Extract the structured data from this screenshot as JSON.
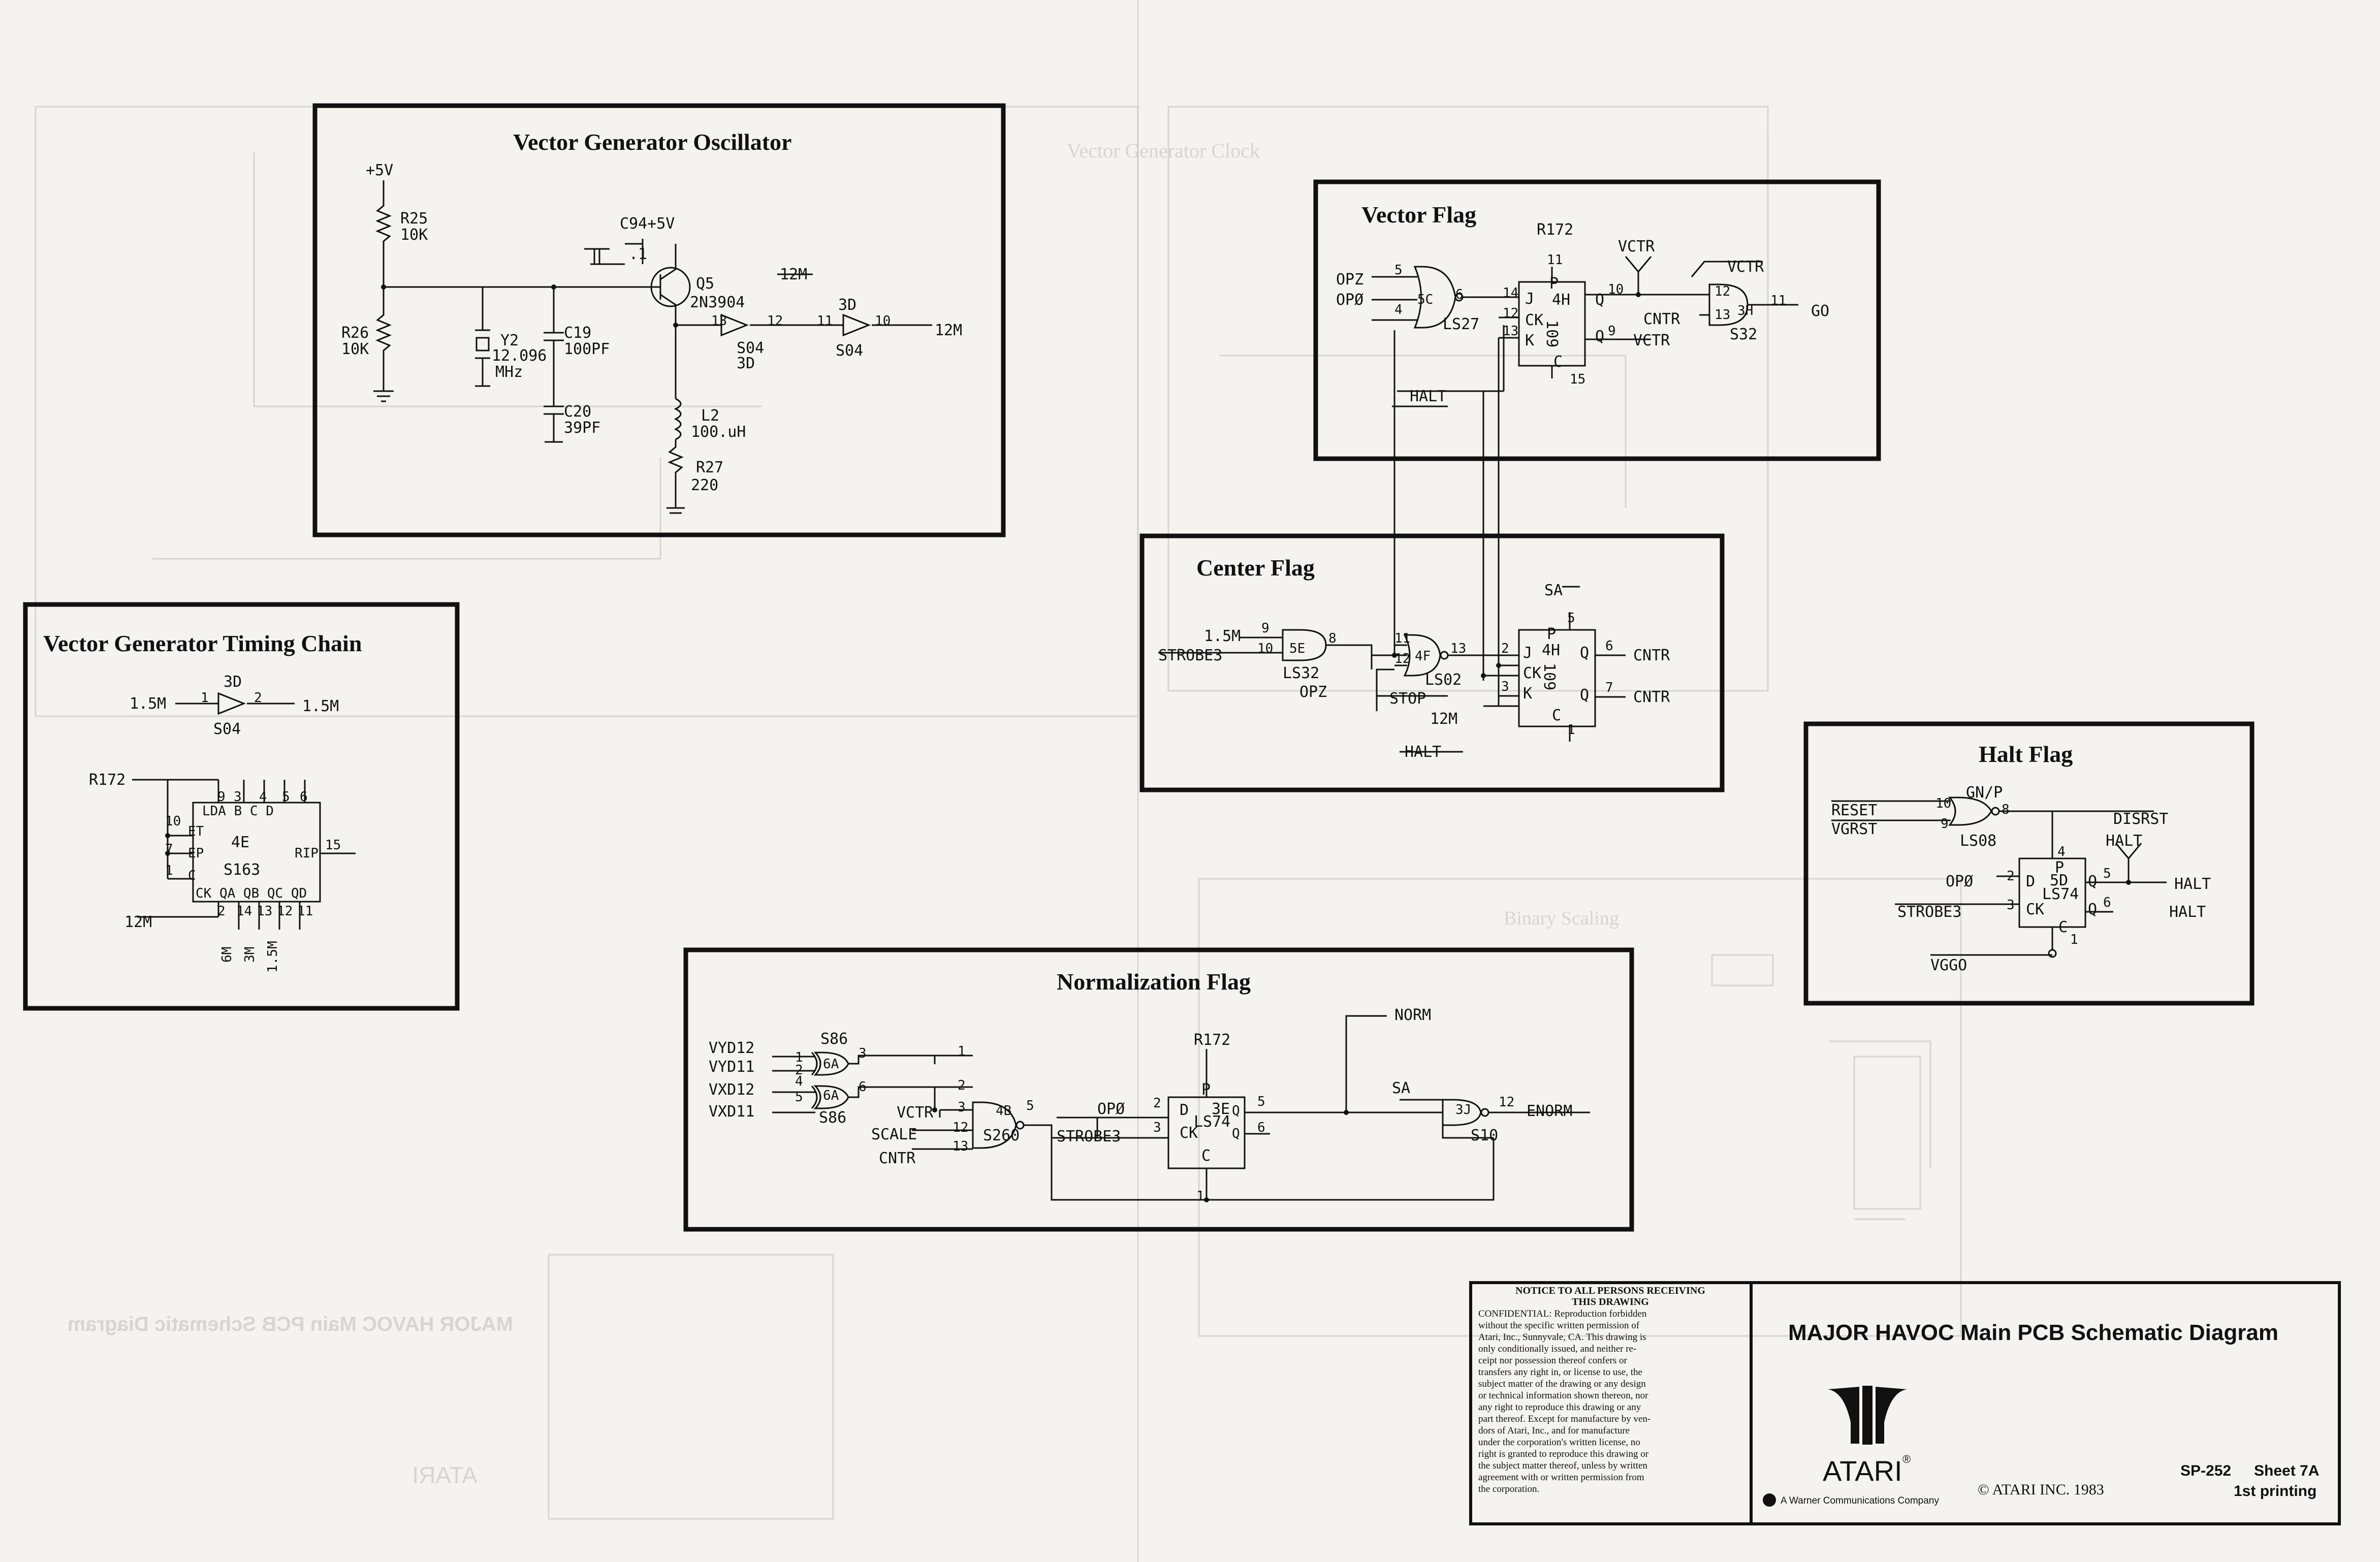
{
  "boxes": {
    "vgo": {
      "title": "Vector Generator Oscillator",
      "labels": [
        "+5V",
        "R25",
        "10K",
        "R26",
        "10K",
        "Y2",
        "12.096",
        "MHz",
        "C19",
        "100PF",
        "C20",
        "39PF",
        "C94+5V",
        ".1",
        "Q5",
        "2N3904",
        "13",
        "12",
        "S04",
        "3D",
        "3D",
        "11",
        "10",
        "S04",
        "12M",
        "12M",
        "L2",
        "100.uH",
        "R27",
        "220"
      ]
    },
    "vgtc": {
      "title": "Vector Generator Timing Chain",
      "labels": [
        "3D",
        "1.5M",
        "1",
        "2",
        "1.5M",
        "S04",
        "R172",
        "9",
        "3",
        "4",
        "5",
        "6",
        "10",
        "LDA B C D",
        "ET",
        "7",
        "4E",
        "EP",
        "S163",
        "15",
        "1",
        "C",
        "RIP",
        "CK QA QB QC QD",
        "12M",
        "2",
        "14",
        "13",
        "12",
        "11",
        "6M",
        "3M",
        "1.5M"
      ]
    },
    "vflag": {
      "title": "Vector Flag",
      "labels": [
        "R172",
        "11",
        "OPZ",
        "5",
        "OPØ",
        "6",
        "4",
        "5C",
        "LS27",
        "14",
        "12",
        "13",
        "P",
        "J",
        "CK",
        "K",
        "4H",
        "109",
        "Q",
        "Q",
        "C",
        "15",
        "10",
        "9",
        "VCTR",
        "VCTR",
        "CNTR",
        "VCTR",
        "12",
        "13",
        "3H",
        "11",
        "S32",
        "GO",
        "HALT"
      ]
    },
    "cflag": {
      "title": "Center Flag",
      "labels": [
        "1.5M",
        "9",
        "10",
        "5E",
        "8",
        "STROBE3",
        "LS32",
        "OPZ",
        "11",
        "12",
        "4F",
        "13",
        "LS02",
        "STOP",
        "12M",
        "SA",
        "5",
        "2",
        "3",
        "1",
        "4H",
        "109",
        "P",
        "J",
        "CK",
        "K",
        "C",
        "Q",
        "Q",
        "6",
        "7",
        "CNTR",
        "CNTR",
        "HALT"
      ]
    },
    "hflag": {
      "title": "Halt Flag",
      "labels": [
        "RESET",
        "VGRST",
        "10",
        "9",
        "GN/P",
        "8",
        "LS08",
        "DISRST",
        "HALT",
        "4",
        "2",
        "3",
        "1",
        "5",
        "6",
        "P",
        "5D",
        "LS74",
        "D",
        "CK",
        "C",
        "Q",
        "Q",
        "OPØ",
        "STROBE3",
        "HALT",
        "HALT",
        "VGGO"
      ]
    },
    "nflag": {
      "title": "Normalization Flag",
      "labels": [
        "VYD12",
        "VYD11",
        "VXD12",
        "VXD11",
        "1",
        "2",
        "S86",
        "3",
        "6A",
        "4",
        "5",
        "6",
        "6A",
        "S86",
        "1",
        "2",
        "3",
        "12",
        "13",
        "4B",
        "5",
        "S260",
        "VCTR",
        "SCALE",
        "CNTR",
        "R172",
        "P",
        "3E",
        "LS74",
        "2",
        "3",
        "D",
        "CK",
        "C",
        "Q",
        "Q",
        "5",
        "6",
        "OPØ",
        "STROBE3",
        "NORM",
        "SA",
        "3J",
        "12",
        "S10",
        "ENORM",
        "1"
      ]
    }
  },
  "title_block": {
    "notice_heading": [
      "NOTICE TO ALL PERSONS RECEIVING",
      "THIS DRAWING"
    ],
    "notice_body": [
      "CONFIDENTIAL: Reproduction forbidden",
      "without the specific written permission of",
      "Atari, Inc., Sunnyvale, CA. This drawing is",
      "only conditionally issued, and neither re-",
      "ceipt nor possession thereof confers or",
      "transfers any right in, or license to use, the",
      "subject matter of the drawing or any design",
      "or technical information shown thereon, nor",
      "any right to reproduce this drawing or any",
      "part thereof. Except for manufacture by ven-",
      "dors of Atari, Inc., and for manufacture",
      "under the corporation's written license, no",
      "right is granted to reproduce this drawing or",
      "the subject matter thereof, unless by written",
      "agreement with or written permission from",
      "the corporation."
    ],
    "drawing_title": "MAJOR HAVOC Main PCB Schematic Diagram",
    "brand": "ATARI",
    "registered": "®",
    "parent_company": "A Warner Communications Company",
    "copyright": "© ATARI INC. 1983",
    "sheet_id": "SP-252",
    "sheet_num": "Sheet 7A",
    "printing": "1st printing"
  },
  "ghost": {
    "titles": [
      "Vector Generator Clock",
      "Binary Scaling"
    ],
    "mirrored_title": "MAJOR HAVOC Main PCB Schematic Diagram",
    "mirrored_brand": "ATARI"
  },
  "colors": {
    "ink": "#111111",
    "paper": "#f4f3ef",
    "ghost": "#777777"
  }
}
